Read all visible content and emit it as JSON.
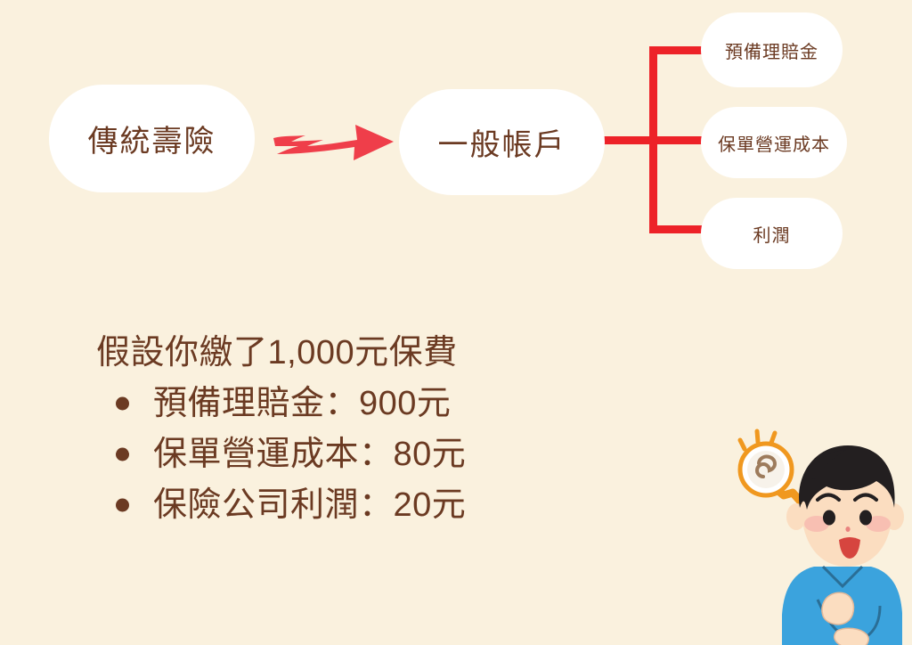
{
  "background_color": "#faf1de",
  "text_color": "#6b3a22",
  "accent_color": "#ed2228",
  "box_color": "#ffffff",
  "diagram": {
    "source": {
      "label": "傳統壽險"
    },
    "arrow": {
      "name": "right-arrow",
      "color": "#ef3e4a"
    },
    "account": {
      "label": "一般帳戶"
    },
    "branches": [
      {
        "label": "預備理賠金"
      },
      {
        "label": "保單營運成本"
      },
      {
        "label": "利潤"
      }
    ]
  },
  "explanation": {
    "heading": "假設你繳了1,000元保費",
    "items": [
      {
        "label": "預備理賠金：900元"
      },
      {
        "label": "保單營運成本：80元"
      },
      {
        "label": "保險公司利潤：20元"
      }
    ]
  },
  "illustration": {
    "name": "boy-with-idea-lightbulb",
    "shirt_color": "#3ba3dd",
    "hair_color": "#231f20",
    "skin_color": "#fbddc0",
    "bulb_color": "#f0981f"
  }
}
